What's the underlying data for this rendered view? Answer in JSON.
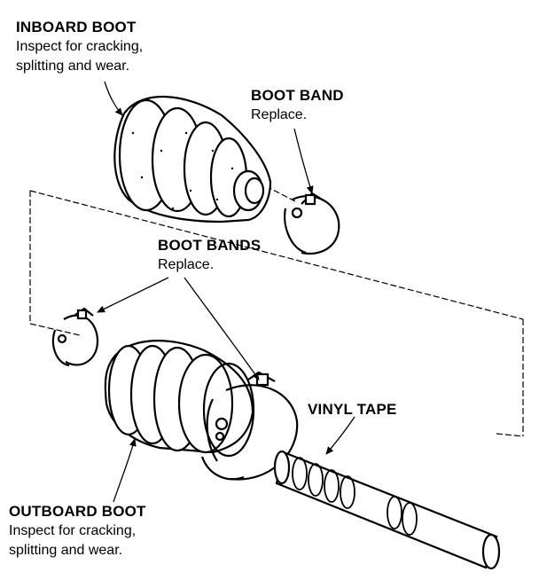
{
  "labels": {
    "inboard_boot": {
      "heading": "INBOARD BOOT",
      "lines": [
        "Inspect for cracking,",
        "splitting and wear."
      ]
    },
    "boot_band": {
      "heading": "BOOT BAND",
      "lines": [
        "Replace."
      ]
    },
    "boot_bands": {
      "heading": "BOOT BANDS",
      "lines": [
        "Replace."
      ]
    },
    "vinyl_tape": {
      "heading": "VINYL TAPE"
    },
    "outboard_boot": {
      "heading": "OUTBOARD BOOT",
      "lines": [
        "Inspect for cracking,",
        "splitting and wear."
      ]
    }
  }
}
